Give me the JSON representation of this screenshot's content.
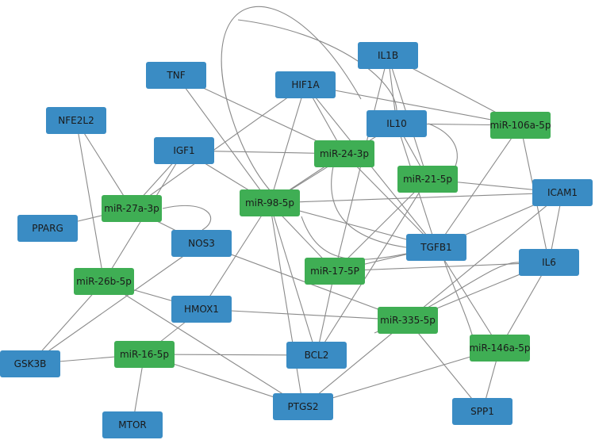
{
  "colors": {
    "gene": "#3a8cc4",
    "mirna": "#3fae54",
    "edge": "#8a8a8a",
    "background": "#ffffff"
  },
  "nodes": [
    {
      "id": "IL1B",
      "label": "IL1B",
      "kind": "gene"
    },
    {
      "id": "TNF",
      "label": "TNF",
      "kind": "gene"
    },
    {
      "id": "HIF1A",
      "label": "HIF1A",
      "kind": "gene"
    },
    {
      "id": "NFE2L2",
      "label": "NFE2L2",
      "kind": "gene"
    },
    {
      "id": "IL10",
      "label": "IL10",
      "kind": "gene"
    },
    {
      "id": "IGF1",
      "label": "IGF1",
      "kind": "gene"
    },
    {
      "id": "ICAM1",
      "label": "ICAM1",
      "kind": "gene"
    },
    {
      "id": "PPARG",
      "label": "PPARG",
      "kind": "gene"
    },
    {
      "id": "NOS3",
      "label": "NOS3",
      "kind": "gene"
    },
    {
      "id": "TGFB1",
      "label": "TGFB1",
      "kind": "gene"
    },
    {
      "id": "IL6",
      "label": "IL6",
      "kind": "gene"
    },
    {
      "id": "HMOX1",
      "label": "HMOX1",
      "kind": "gene"
    },
    {
      "id": "GSK3B",
      "label": "GSK3B",
      "kind": "gene"
    },
    {
      "id": "BCL2",
      "label": "BCL2",
      "kind": "gene"
    },
    {
      "id": "PTGS2",
      "label": "PTGS2",
      "kind": "gene"
    },
    {
      "id": "SPP1",
      "label": "SPP1",
      "kind": "gene"
    },
    {
      "id": "MTOR",
      "label": "MTOR",
      "kind": "gene"
    },
    {
      "id": "miR-106a-5p",
      "label": "miR-106a-5p",
      "kind": "mirna"
    },
    {
      "id": "miR-24-3p",
      "label": "miR-24-3p",
      "kind": "mirna"
    },
    {
      "id": "miR-21-5p",
      "label": "miR-21-5p",
      "kind": "mirna"
    },
    {
      "id": "miR-27a-3p",
      "label": "miR-27a-3p",
      "kind": "mirna"
    },
    {
      "id": "miR-98-5p",
      "label": "miR-98-5p",
      "kind": "mirna"
    },
    {
      "id": "miR-17-5P",
      "label": "miR-17-5P",
      "kind": "mirna"
    },
    {
      "id": "miR-26b-5p",
      "label": "miR-26b-5p",
      "kind": "mirna"
    },
    {
      "id": "miR-335-5p",
      "label": "miR-335-5p",
      "kind": "mirna"
    },
    {
      "id": "miR-16-5p",
      "label": "miR-16-5p",
      "kind": "mirna"
    },
    {
      "id": "miR-146a-5p",
      "label": "miR-146a-5p",
      "kind": "mirna"
    }
  ],
  "edges": [
    [
      "IL1B",
      "IL10"
    ],
    [
      "IL1B",
      "miR-106a-5p"
    ],
    [
      "IL1B",
      "miR-21-5p"
    ],
    [
      "IL1B",
      "miR-17-5P"
    ],
    [
      "TNF",
      "miR-98-5p"
    ],
    [
      "TNF",
      "miR-24-3p"
    ],
    [
      "HIF1A",
      "miR-106a-5p"
    ],
    [
      "HIF1A",
      "miR-24-3p"
    ],
    [
      "HIF1A",
      "miR-98-5p"
    ],
    [
      "HIF1A",
      "miR-27a-3p"
    ],
    [
      "HIF1A",
      "TGFB1"
    ],
    [
      "NFE2L2",
      "miR-27a-3p"
    ],
    [
      "NFE2L2",
      "miR-26b-5p"
    ],
    [
      "IL10",
      "miR-106a-5p"
    ],
    [
      "IL10",
      "miR-21-5p"
    ],
    [
      "IL10",
      "miR-98-5p"
    ],
    [
      "IL10",
      "TGFB1"
    ],
    [
      "IGF1",
      "miR-24-3p"
    ],
    [
      "IGF1",
      "miR-98-5p"
    ],
    [
      "IGF1",
      "miR-27a-3p"
    ],
    [
      "IGF1",
      "miR-26b-5p"
    ],
    [
      "ICAM1",
      "miR-21-5p"
    ],
    [
      "ICAM1",
      "miR-98-5p"
    ],
    [
      "ICAM1",
      "TGFB1"
    ],
    [
      "ICAM1",
      "miR-335-5p"
    ],
    [
      "ICAM1",
      "IL6"
    ],
    [
      "PPARG",
      "miR-27a-3p"
    ],
    [
      "NOS3",
      "miR-27a-3p"
    ],
    [
      "NOS3",
      "miR-335-5p"
    ],
    [
      "NOS3",
      "GSK3B"
    ],
    [
      "TGFB1",
      "miR-98-5p"
    ],
    [
      "TGFB1",
      "miR-17-5P"
    ],
    [
      "TGFB1",
      "miR-146a-5p"
    ],
    [
      "TGFB1",
      "miR-106a-5p"
    ],
    [
      "TGFB1",
      "miR-24-3p"
    ],
    [
      "IL6",
      "miR-106a-5p"
    ],
    [
      "IL6",
      "miR-17-5P"
    ],
    [
      "IL6",
      "miR-335-5p"
    ],
    [
      "IL6",
      "miR-146a-5p"
    ],
    [
      "HMOX1",
      "miR-26b-5p"
    ],
    [
      "HMOX1",
      "miR-335-5p"
    ],
    [
      "HMOX1",
      "miR-98-5p"
    ],
    [
      "HMOX1",
      "miR-16-5p"
    ],
    [
      "GSK3B",
      "miR-26b-5p"
    ],
    [
      "GSK3B",
      "miR-16-5p"
    ],
    [
      "BCL2",
      "miR-98-5p"
    ],
    [
      "BCL2",
      "miR-17-5P"
    ],
    [
      "BCL2",
      "miR-16-5p"
    ],
    [
      "BCL2",
      "miR-21-5p"
    ],
    [
      "PTGS2",
      "miR-98-5p"
    ],
    [
      "PTGS2",
      "miR-16-5p"
    ],
    [
      "PTGS2",
      "miR-335-5p"
    ],
    [
      "PTGS2",
      "miR-26b-5p"
    ],
    [
      "PTGS2",
      "miR-146a-5p"
    ],
    [
      "SPP1",
      "miR-335-5p"
    ],
    [
      "SPP1",
      "miR-146a-5p"
    ],
    [
      "MTOR",
      "miR-16-5p"
    ],
    [
      "miR-24-3p",
      "miR-98-5p"
    ],
    [
      "miR-17-5P",
      "miR-98-5p"
    ],
    [
      "miR-17-5P",
      "miR-21-5p"
    ]
  ]
}
